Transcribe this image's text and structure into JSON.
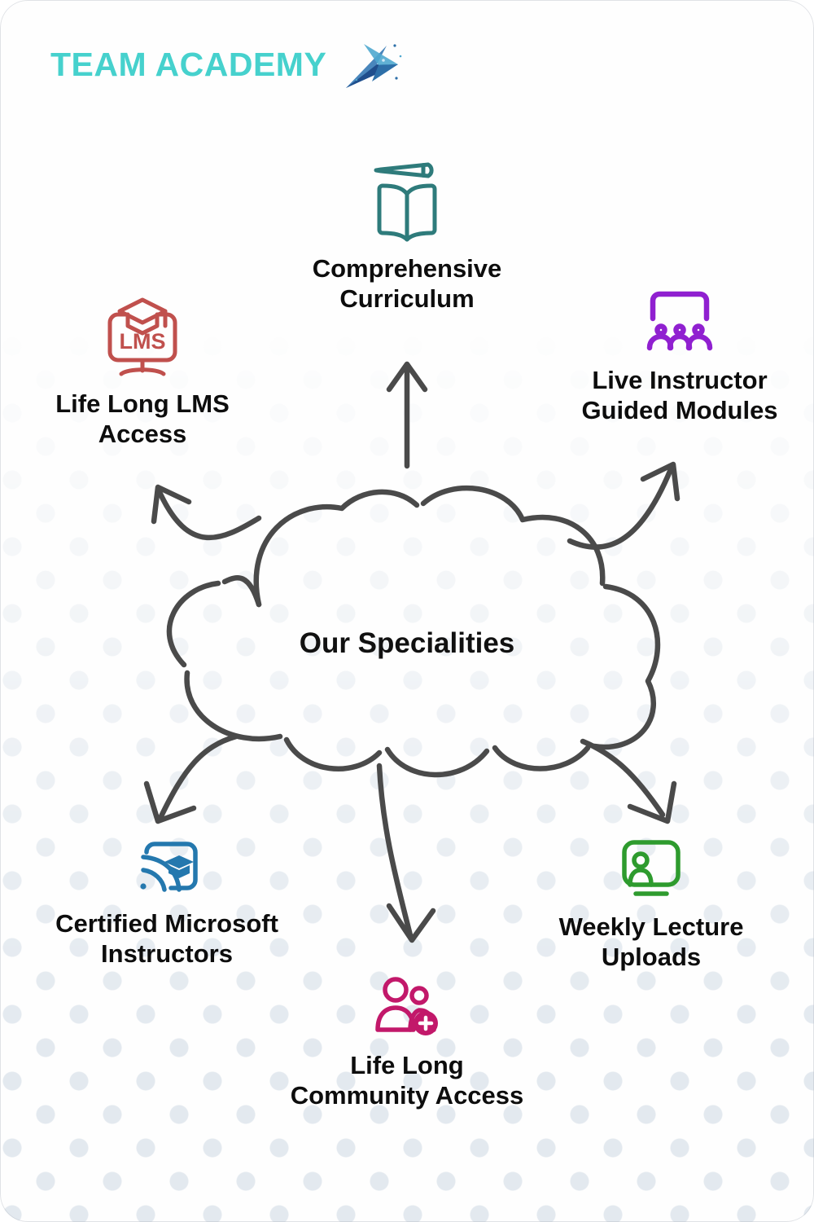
{
  "brand": {
    "name": "TEAM ACADEMY",
    "logo_icon": "arrow-chevron-logo-icon",
    "color": "#46d1cd",
    "mark_color": "#1f4e8c"
  },
  "center": {
    "label": "Our Specialities",
    "shape": "cloud",
    "stroke_color": "#4a4a4a"
  },
  "background": {
    "dot_color": "#e3e9ef",
    "card_color": "#fefefe"
  },
  "nodes": [
    {
      "id": "comprehensive-curriculum",
      "label": "Comprehensive\nCurriculum",
      "icon": "open-book-with-pencil-icon",
      "icon_color": "#2e7b7b",
      "position": "top"
    },
    {
      "id": "life-long-lms-access",
      "label": "Life Long LMS\nAccess",
      "icon": "lms-monitor-graduation-cap-icon",
      "icon_color": "#c0504d",
      "icon_text": "LMS",
      "position": "top-left"
    },
    {
      "id": "live-instructor-guided-modules",
      "label": "Live Instructor\nGuided Modules",
      "icon": "classroom-audience-icon",
      "icon_color": "#9020d0",
      "position": "top-right"
    },
    {
      "id": "certified-microsoft-instructors",
      "label": "Certified Microsoft\nInstructors",
      "icon": "screencast-graduation-cap-icon",
      "icon_color": "#2478ae",
      "position": "bottom-left"
    },
    {
      "id": "weekly-lecture-uploads",
      "label": "Weekly Lecture\nUploads",
      "icon": "monitor-person-icon",
      "icon_color": "#2e9b2e",
      "position": "bottom-right"
    },
    {
      "id": "life-long-community-access",
      "label": "Life Long\nCommunity Access",
      "icon": "people-add-icon",
      "icon_color": "#c2186a",
      "position": "bottom"
    }
  ]
}
